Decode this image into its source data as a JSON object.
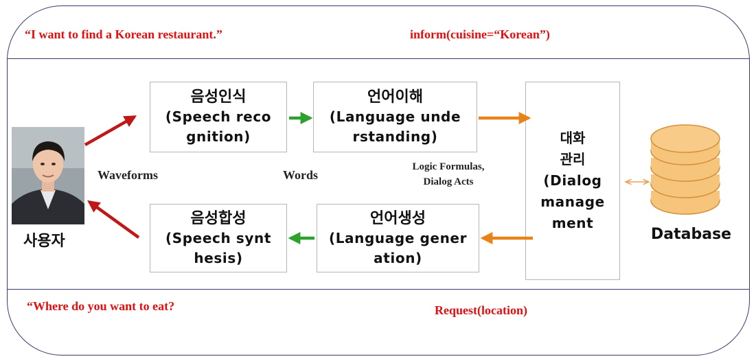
{
  "top_utterance": "“I want to find  a Korean restaurant.”",
  "top_semantic": "inform(cuisine=“Korean”)",
  "bottom_utterance": "“Where do you want to eat?",
  "bottom_semantic": "Request(location)",
  "modules": {
    "speech_recognition": {
      "ko": "음성인식",
      "en1": "(Speech reco",
      "en2": "gnition)"
    },
    "language_understanding": {
      "ko": "언어이해",
      "en1": "(Language unde",
      "en2": "rstanding)"
    },
    "dialog_management": {
      "ko1": "대화",
      "ko2": "관리",
      "en1": "(Dialog",
      "en2": "manage",
      "en3": "ment"
    },
    "speech_synthesis": {
      "ko": "음성합성",
      "en1": "(Speech synt",
      "en2": "hesis)"
    },
    "language_generation": {
      "ko": "언어생성",
      "en1": "(Language gener",
      "en2": "ation)"
    }
  },
  "labels": {
    "waveforms": "Waveforms",
    "words": "Words",
    "logic_line1": "Logic Formulas,",
    "logic_line2": "Dialog Acts"
  },
  "user_label": "사용자",
  "database_label": "Database",
  "colors": {
    "red_arrow": "#c01818",
    "green_arrow": "#2ea02e",
    "orange_arrow": "#e8831a",
    "utterance_text": "#e01010",
    "database_fill": "#f6c47a",
    "database_stroke": "#d2913a"
  }
}
